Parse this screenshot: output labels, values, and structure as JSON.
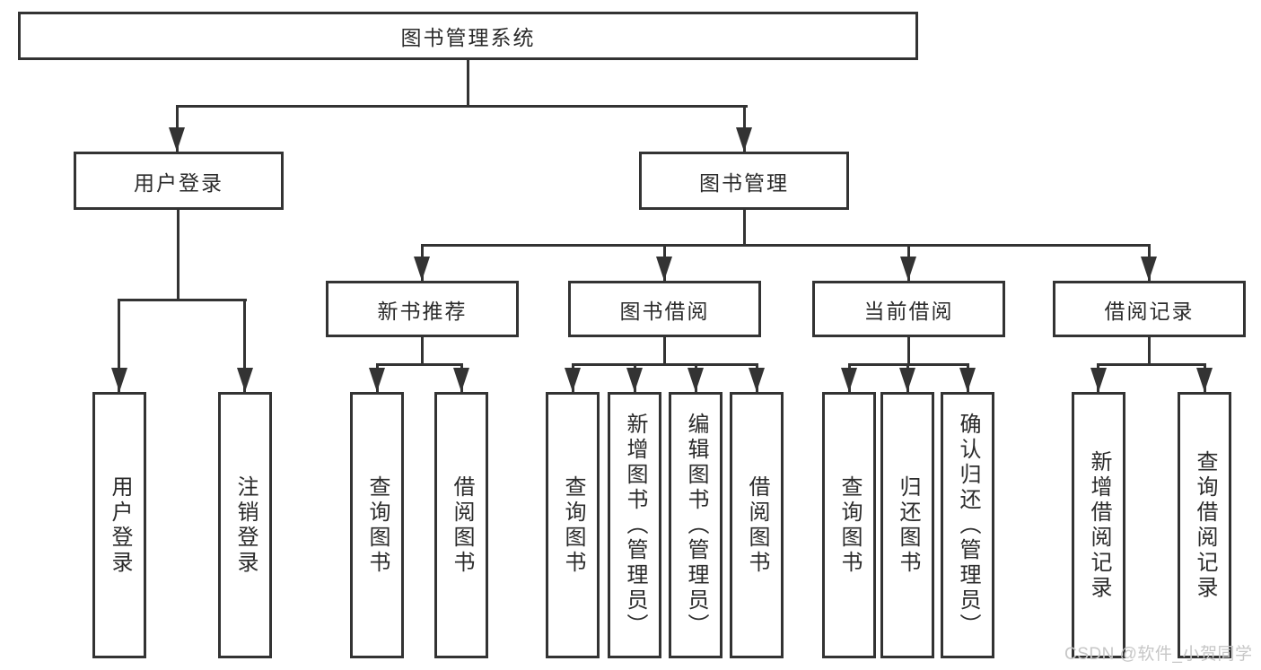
{
  "diagram": {
    "type": "hierarchy-tree",
    "tree": {
      "label": "图书管理系统",
      "children": [
        {
          "label": "用户登录",
          "children": [
            {
              "label": "用户登录"
            },
            {
              "label": "注销登录"
            }
          ]
        },
        {
          "label": "图书管理",
          "children": [
            {
              "label": "新书推荐",
              "children": [
                {
                  "label": "查询图书"
                },
                {
                  "label": "借阅图书"
                }
              ]
            },
            {
              "label": "图书借阅",
              "children": [
                {
                  "label": "查询图书"
                },
                {
                  "label": "新增图书（管理员）"
                },
                {
                  "label": "编辑图书（管理员）"
                },
                {
                  "label": "借阅图书"
                }
              ]
            },
            {
              "label": "当前借阅",
              "children": [
                {
                  "label": "查询图书"
                },
                {
                  "label": "归还图书"
                },
                {
                  "label": "确认归还（管理员）"
                }
              ]
            },
            {
              "label": "借阅记录",
              "children": [
                {
                  "label": "新增借阅记录"
                },
                {
                  "label": "查询借阅记录"
                }
              ]
            }
          ]
        }
      ]
    }
  },
  "watermark": {
    "text": "CSDN @软件_小贺同学"
  },
  "colors": {
    "line": "#333333",
    "box_background": "#ffffff",
    "text": "#2b2b2b",
    "watermark": "#c7c7c7"
  }
}
